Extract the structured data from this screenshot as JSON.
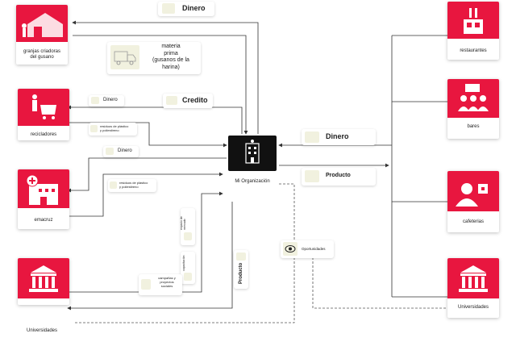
{
  "entities": {
    "granjas": "granjas criadoras\ndel gusano",
    "recicladores": "recicladores",
    "emacruz": "emacruz",
    "universidades_left": "Universidades",
    "restaurantes": "restaurantes",
    "bares": "bares",
    "cafeterias": "cafeterias",
    "universidades_right": "Universidades"
  },
  "center": {
    "label": "Mi Organización"
  },
  "flows": {
    "dinero_top": "Dinero",
    "materia_prima": "materia\nprima\n(gusanos de la\nharina)",
    "dinero_recic": "Dinero",
    "credito": "Credito",
    "residuos_1": "residuos de plástico\ny poliestireno",
    "dinero_emacruz": "Dinero",
    "residuos_2": "residuos de plástico\ny poliestireno",
    "dinero_right": "Dinero",
    "producto_right": "Producto",
    "espacio_mercado": "espacio de\nmercado",
    "capacitacion": "capacitación",
    "campanas": "campañas y\nproyectos\nsociales",
    "producto_vertical": "Producto",
    "oportunidades": "Oportunidades"
  },
  "colors": {
    "accent": "#e8163f",
    "node": "#111111",
    "icon_bg": "#f1f1df"
  },
  "icons": [
    "barn-icon",
    "cart-icon",
    "hospital-icon",
    "museum-icon",
    "kitchen-icon",
    "bar-icon",
    "group-icon",
    "cafe-icon",
    "building-icon",
    "eye-icon",
    "money-icon",
    "truck-icon"
  ]
}
